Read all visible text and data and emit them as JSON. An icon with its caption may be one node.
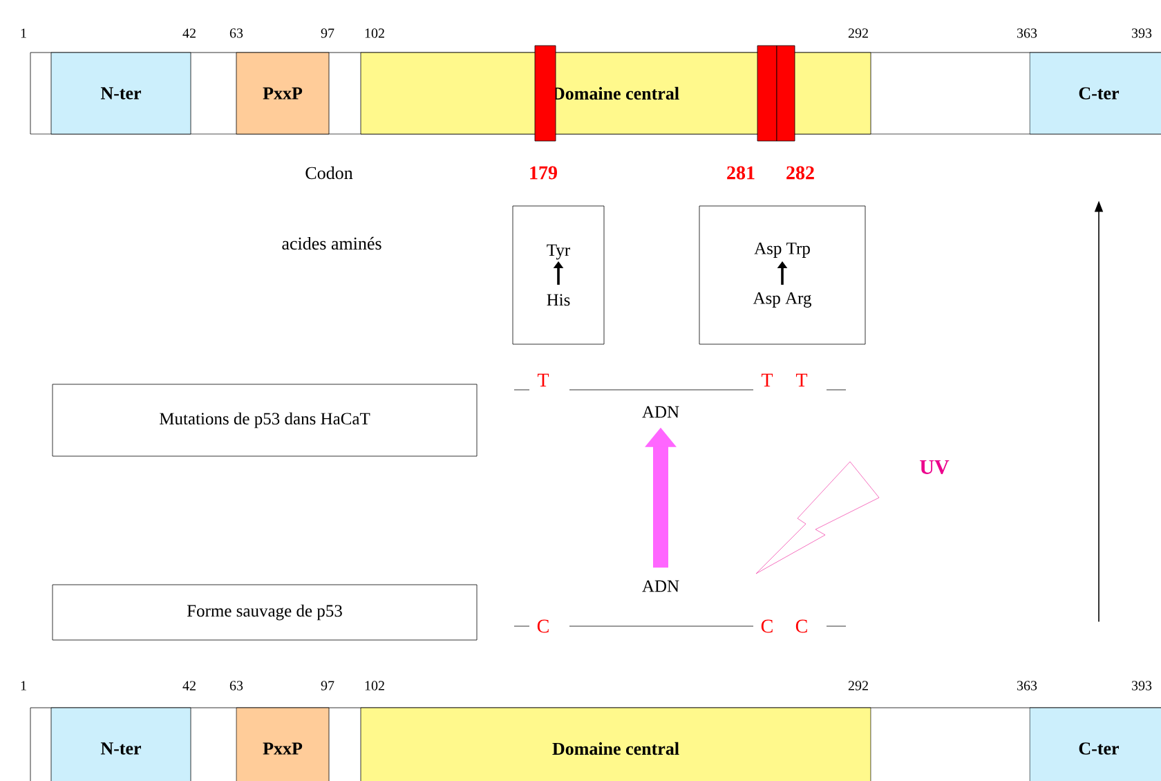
{
  "diagram": {
    "nodes": [
      {
        "text": [
          "N-ter"
        ]
      },
      {
        "text": [
          "PxxP"
        ]
      },
      {
        "text": [
          "Domaine central"
        ]
      },
      {
        "text": [
          "C-ter"
        ]
      },
      {
        "text": [
          "Tyr",
          "His"
        ]
      },
      {
        "text": [
          "Asp Trp",
          "Asp Arg"
        ]
      },
      {
        "text": [
          "Mutations de p53 dans HaCaT"
        ]
      },
      {
        "text": [
          "Forme sauvage de p53"
        ]
      },
      {
        "text": [
          "ADN"
        ]
      },
      {
        "text": [
          "ADN"
        ]
      },
      {
        "text": [
          "N-ter"
        ]
      },
      {
        "text": [
          "PxxP"
        ]
      },
      {
        "text": [
          "Domaine central"
        ]
      },
      {
        "text": [
          "C-ter"
        ]
      },
      {
        "text": [],
        "shape": "lightning"
      }
    ],
    "edges": [
      {
        "from": 9,
        "to": 8,
        "arrow": "to",
        "style": "thick",
        "color": "#ff66ff"
      },
      {
        "from": 13,
        "to": 3,
        "arrow": "to",
        "color": "#000000"
      }
    ],
    "labels": [
      "1",
      "42",
      "63",
      "97",
      "102",
      "292",
      "363",
      "393",
      "Codon",
      "179",
      "281",
      "282",
      "acides aminés",
      "T",
      "T",
      "T",
      "UV",
      "C",
      "C",
      "C",
      "1",
      "42",
      "63",
      "97",
      "102",
      "292",
      "363",
      "393"
    ]
  }
}
